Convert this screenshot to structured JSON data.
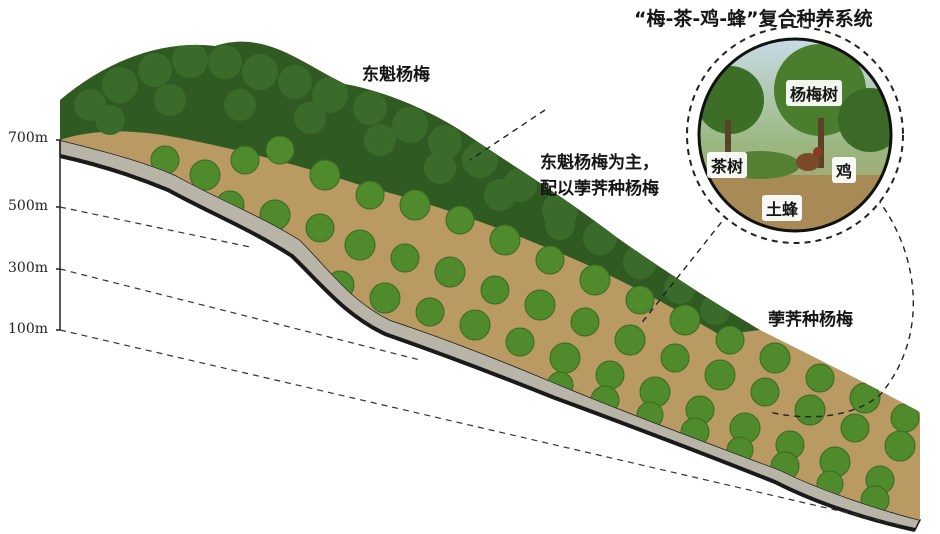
{
  "title": "“梅-茶-鸡-蜂”复合种养系统",
  "altitude_labels": [
    "700m",
    "500m",
    "300m",
    "100m"
  ],
  "zones": {
    "upper_label": "东魁杨梅",
    "middle_label_line1": "东魁杨梅为主，",
    "middle_label_line2": "配以荸荠种杨梅",
    "lower_label": "荸荠种杨梅"
  },
  "inset": {
    "tree_label": "杨梅树",
    "tea_label": "茶树",
    "chicken_label": "鸡",
    "bee_label": "土蜂"
  },
  "colors": {
    "dark_forest": "#2f5a22",
    "orchard_tree": "#4f8a2c",
    "soil": "#b89a62",
    "border_line": "#1a1a1a"
  }
}
